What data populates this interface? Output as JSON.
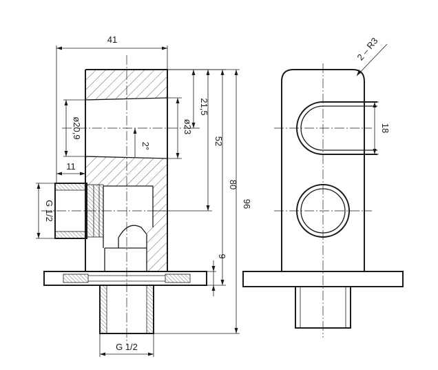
{
  "dimensions": {
    "width_41": "41",
    "dia_20_9": "ø20,9",
    "dia_23": "ø23",
    "len_11": "11",
    "thread_side": "G 1/2",
    "angle_2": "2°",
    "d_21_5": "21,5",
    "d_52": "52",
    "d_80": "80",
    "d_96": "96",
    "d_9": "9",
    "thread_bottom": "G 1/2",
    "d_18": "18",
    "radius": "2 – R3"
  },
  "colors": {
    "line": "#1a1a1a",
    "background": "#ffffff"
  }
}
